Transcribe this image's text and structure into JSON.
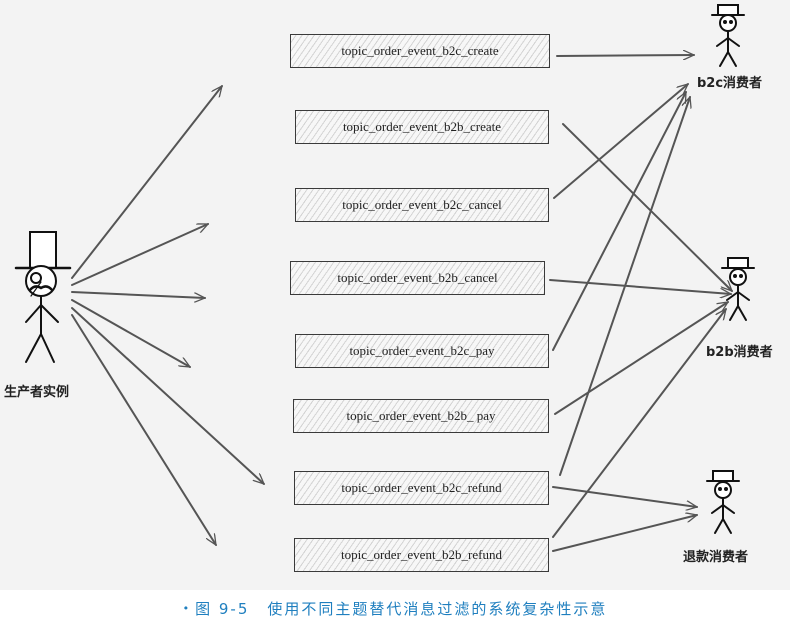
{
  "producer": {
    "label": "生产者实例"
  },
  "consumers": {
    "b2c": "b2c消费者",
    "b2b": "b2b消费者",
    "refund": "退款消费者"
  },
  "topics": [
    "topic_order_event_b2c_create",
    "topic_order_event_b2b_create",
    "topic_order_event_b2c_cancel",
    "topic_order_event_b2b_cancel",
    "topic_order_event_b2c_pay",
    "topic_order_event_b2b_ pay",
    "topic_order_event_b2c_refund",
    "topic_order_event_b2b_refund"
  ],
  "caption": {
    "bullet": "•",
    "number": "图 9-5",
    "text": "使用不同主题替代消息过滤的系统复杂性示意"
  },
  "colors": {
    "caption": "#1f7fbf",
    "line": "#555555",
    "background": "#f3f3f3"
  }
}
